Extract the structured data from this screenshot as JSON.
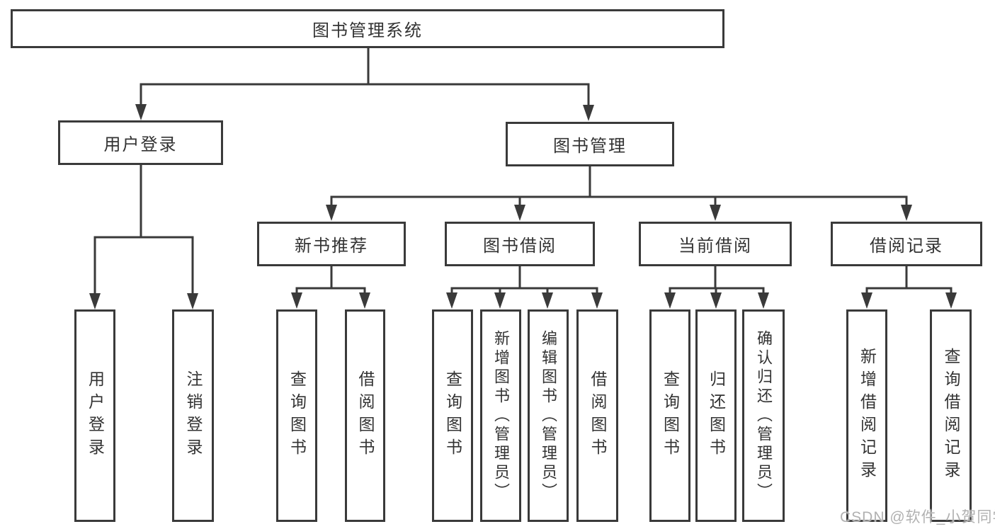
{
  "diagram_title": "图书管理系统",
  "tree": {
    "root": {
      "label": "图书管理系统"
    },
    "branches": [
      {
        "label": "用户登录",
        "children": [
          {
            "label": "用户登录"
          },
          {
            "label": "注销登录"
          }
        ]
      },
      {
        "label": "图书管理",
        "children": [
          {
            "label": "新书推荐",
            "children": [
              {
                "label": "查询图书"
              },
              {
                "label": "借阅图书"
              }
            ]
          },
          {
            "label": "图书借阅",
            "children": [
              {
                "label": "查询图书"
              },
              {
                "label": "新增图书（管理员）"
              },
              {
                "label": "编辑图书（管理员）"
              },
              {
                "label": "借阅图书"
              }
            ]
          },
          {
            "label": "当前借阅",
            "children": [
              {
                "label": "查询图书"
              },
              {
                "label": "归还图书"
              },
              {
                "label": "确认归还（管理员）"
              }
            ]
          },
          {
            "label": "借阅记录",
            "children": [
              {
                "label": "新增借阅记录"
              },
              {
                "label": "查询借阅记录"
              }
            ]
          }
        ]
      }
    ]
  },
  "watermark": {
    "text": "CSDN @软件_小贺同学"
  },
  "colors": {
    "line": "#3a3a3a",
    "text": "#333333",
    "watermark": "#b1b1b1",
    "background": "#ffffff"
  }
}
